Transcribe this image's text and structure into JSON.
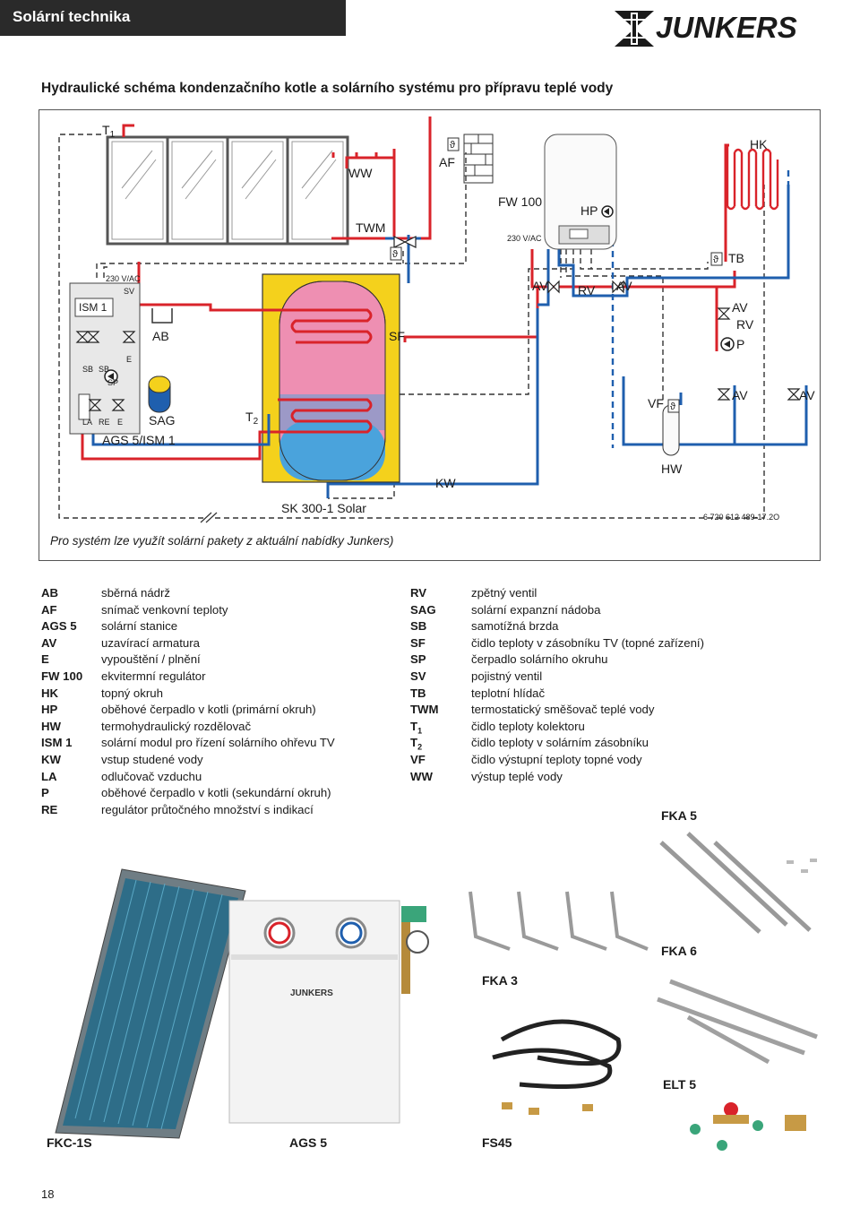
{
  "header": {
    "section_title": "Solární technika",
    "brand": "JUNKERS"
  },
  "subtitle": "Hydraulické schéma kondenzačního kotle a solárního systému pro přípravu teplé vody",
  "diagram": {
    "labels": {
      "t1": "T",
      "t1_sub": "1",
      "ww": "WW",
      "af": "AF",
      "twm": "TWM",
      "fw100": "FW 100",
      "hp": "HP",
      "hk": "HK",
      "v230_boiler": "230 V/AC",
      "tb": "TB",
      "v230_ags": "230 V/AC",
      "sv": "SV",
      "ism1": "ISM 1",
      "av1": "AV",
      "rv1": "RV",
      "av2": "AV",
      "av3": "AV",
      "rv2": "RV",
      "p": "P",
      "ab": "AB",
      "sf": "SF",
      "e1": "E",
      "sb1": "SB",
      "sb2": "SB",
      "sp": "SP",
      "la": "LA",
      "re": "RE",
      "e2": "E",
      "sag": "SAG",
      "t2": "T",
      "t2_sub": "2",
      "vf": "VF",
      "av4": "AV",
      "av5": "AV",
      "ags": "AGS 5/ISM 1",
      "hw": "HW",
      "kw": "KW",
      "sk": "SK 300-1 Solar",
      "code": "6 720 612 489-17.2O",
      "theta": "ϑ"
    }
  },
  "note": "Pro systém lze využít solární pakety z aktuální nabídky Junkers)",
  "legend_left": [
    {
      "code": "AB",
      "desc": "sběrná nádrž"
    },
    {
      "code": "AF",
      "desc": "snímač venkovní teploty"
    },
    {
      "code": "AGS 5",
      "desc": "solární stanice"
    },
    {
      "code": "AV",
      "desc": "uzavírací armatura"
    },
    {
      "code": "E",
      "desc": "vypouštění / plnění"
    },
    {
      "code": "FW 100",
      "desc": "ekvitermní regulátor"
    },
    {
      "code": "HK",
      "desc": "topný okruh"
    },
    {
      "code": "HP",
      "desc": "oběhové čerpadlo v kotli (primární okruh)"
    },
    {
      "code": "HW",
      "desc": "termohydraulický rozdělovač"
    },
    {
      "code": "ISM 1",
      "desc": "solární modul pro řízení solárního ohřevu TV"
    },
    {
      "code": "KW",
      "desc": "vstup studené vody"
    },
    {
      "code": "LA",
      "desc": "odlučovač vzduchu"
    },
    {
      "code": "P",
      "desc": "oběhové čerpadlo v kotli (sekundární okruh)"
    },
    {
      "code": "RE",
      "desc": "regulátor průtočného množství s indikací"
    }
  ],
  "legend_right": [
    {
      "code": "RV",
      "desc": "zpětný ventil"
    },
    {
      "code": "SAG",
      "desc": "solární expanzní nádoba"
    },
    {
      "code": "SB",
      "desc": "samotížná brzda"
    },
    {
      "code": "SF",
      "desc": "čidlo teploty v zásobníku TV (topné zařízení)"
    },
    {
      "code": "SP",
      "desc": "čerpadlo solárního okruhu"
    },
    {
      "code": "SV",
      "desc": "pojistný ventil"
    },
    {
      "code": "TB",
      "desc": "teplotní hlídač"
    },
    {
      "code": "TWM",
      "desc": "termostatický směšovač teplé vody"
    },
    {
      "code": "T",
      "sub": "1",
      "desc": "čidlo teploty kolektoru"
    },
    {
      "code": "T",
      "sub": "2",
      "desc": "čidlo teploty v solárním zásobníku"
    },
    {
      "code": "VF",
      "desc": "čidlo výstupní teploty topné vody"
    },
    {
      "code": "WW",
      "desc": "výstup teplé vody"
    }
  ],
  "products": {
    "fka5": "FKA 5",
    "fka6": "FKA 6",
    "fka3": "FKA 3",
    "elt5": "ELT 5",
    "fkc1s": "FKC-1S",
    "ags5": "AGS 5",
    "fs45": "FS45",
    "ags_logo": "JUNKERS"
  },
  "page_number": "18",
  "colors": {
    "hot": "#d9232a",
    "cold": "#1f5fae",
    "tank_yellow": "#f4d11c",
    "tank_pink": "#ee8fb2",
    "tank_blue": "#4aa3dc"
  }
}
